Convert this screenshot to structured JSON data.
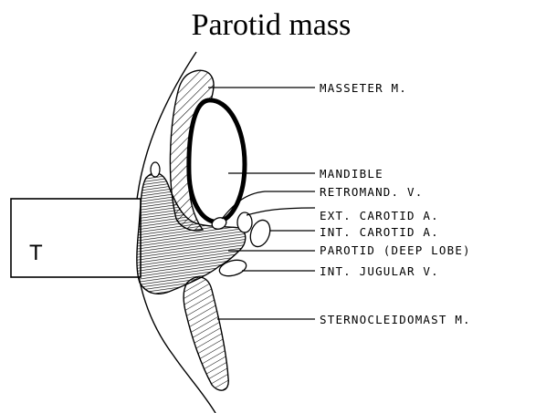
{
  "title": "Parotid mass",
  "box_label": "T",
  "labels": {
    "masseter": "MASSETER M.",
    "mandible": "MANDIBLE",
    "retromand": "RETROMAND. V.",
    "ext_carotid": "EXT. CAROTID A.",
    "int_carotid": "INT. CAROTID A.",
    "parotid": "PAROTID (DEEP LOBE)",
    "int_jugular": "INT. JUGULAR V.",
    "sternocleido": "STERNOCLEIDOMAST M."
  }
}
